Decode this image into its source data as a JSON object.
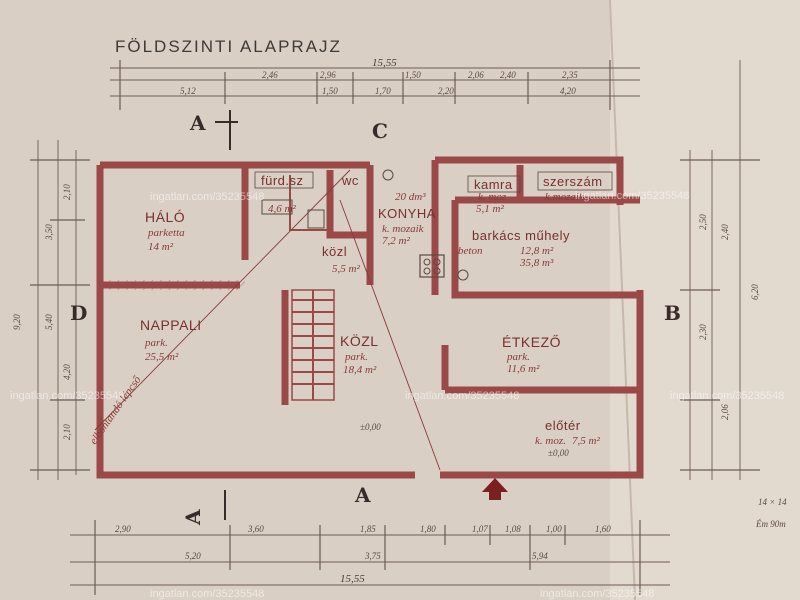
{
  "title": "FÖLDSZINTI ALAPRAJZ",
  "section_marks": {
    "a_top": "A",
    "a_bottom": "A",
    "c": "C",
    "b": "B",
    "d": "D"
  },
  "rooms": {
    "furdo": {
      "name": "fürd.sz",
      "area": "4,6 m²"
    },
    "wc": {
      "name": "wc"
    },
    "halo": {
      "name": "HÁLÓ",
      "floor": "parketta",
      "area": "14 m²"
    },
    "kozl_small": {
      "name": "közl",
      "area": "5,5 m²"
    },
    "konyha": {
      "name": "KONYHA",
      "volume": "20 dm³",
      "floor": "k. mozaik",
      "area": "7,2 m²"
    },
    "kamra": {
      "name": "kamra",
      "floor": "k. moz",
      "area": "5,1 m²"
    },
    "szerszam": {
      "name": "szerszám",
      "floor": "k.mozaik"
    },
    "barkacs": {
      "name": "barkács műhely",
      "floor": "beton",
      "area": "12,8 m²",
      "volume": "35,8 m³"
    },
    "nappali": {
      "name": "NAPPALI",
      "floor": "park.",
      "area": "25,5 m²"
    },
    "kozl_big": {
      "name": "KÖZL",
      "floor": "park.",
      "area": "18,4 m²"
    },
    "etkezo": {
      "name": "ÉTKEZŐ",
      "floor": "park.",
      "area": "11,6 m²"
    },
    "eloter": {
      "name": "előtér",
      "floor": "k. moz.",
      "area": "7,5 m²"
    }
  },
  "notes": {
    "stair": "elbontandó lépcső",
    "level": "±0,00",
    "level2": "±0,00"
  },
  "dims_top": {
    "total": "15,55",
    "row1": [
      "2,46",
      "2,96",
      "1,50",
      "2,06",
      "2,40",
      "2,35"
    ],
    "row2": [
      "5,12",
      "1,50",
      "1,70",
      "2,20",
      "4,20"
    ]
  },
  "dims_bottom": {
    "row1": [
      "2,90",
      "3,60",
      "1,85",
      "1,80",
      "1,07",
      "1,08",
      "1,00",
      "1,60"
    ],
    "row2": [
      "5,20",
      "3,75",
      "5,94"
    ],
    "total": "15,55",
    "corner": "14 × 14",
    "corner2": "Ém 90m"
  },
  "dims_left": [
    "9,20",
    "5,40",
    "2,10",
    "3,50",
    "4,20",
    "2,10"
  ],
  "dims_right": [
    "6,20",
    "2,50",
    "2,30",
    "2,06",
    "2,40"
  ],
  "watermark": "ingatlan.com/35235548",
  "colors": {
    "paper": "#d9cfc4",
    "wall": "#9a4848",
    "ink": "#3f3a36"
  }
}
